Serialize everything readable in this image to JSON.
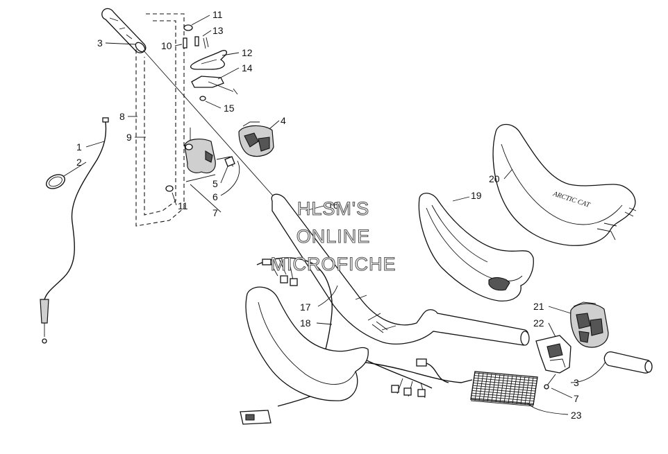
{
  "callouts": [
    {
      "id": "c1",
      "text": "1"
    },
    {
      "id": "c2",
      "text": "2"
    },
    {
      "id": "c3a",
      "text": "3"
    },
    {
      "id": "c3b",
      "text": "3"
    },
    {
      "id": "c4",
      "text": "4"
    },
    {
      "id": "c5",
      "text": "5"
    },
    {
      "id": "c6",
      "text": "6"
    },
    {
      "id": "c7a",
      "text": "7"
    },
    {
      "id": "c7b",
      "text": "7"
    },
    {
      "id": "c8",
      "text": "8"
    },
    {
      "id": "c9",
      "text": "9"
    },
    {
      "id": "c10",
      "text": "10"
    },
    {
      "id": "c11a",
      "text": "11"
    },
    {
      "id": "c11b",
      "text": "11"
    },
    {
      "id": "c12",
      "text": "12"
    },
    {
      "id": "c13",
      "text": "13"
    },
    {
      "id": "c14",
      "text": "14"
    },
    {
      "id": "c15",
      "text": "15"
    },
    {
      "id": "c16",
      "text": "16"
    },
    {
      "id": "c17",
      "text": "17"
    },
    {
      "id": "c18",
      "text": "18"
    },
    {
      "id": "c19",
      "text": "19"
    },
    {
      "id": "c20",
      "text": "20"
    },
    {
      "id": "c21",
      "text": "21"
    },
    {
      "id": "c22",
      "text": "22"
    },
    {
      "id": "c23",
      "text": "23"
    }
  ],
  "watermark": {
    "line1": "HLSM'S",
    "line2": "ONLINE",
    "line3": "MICROFICHE"
  }
}
